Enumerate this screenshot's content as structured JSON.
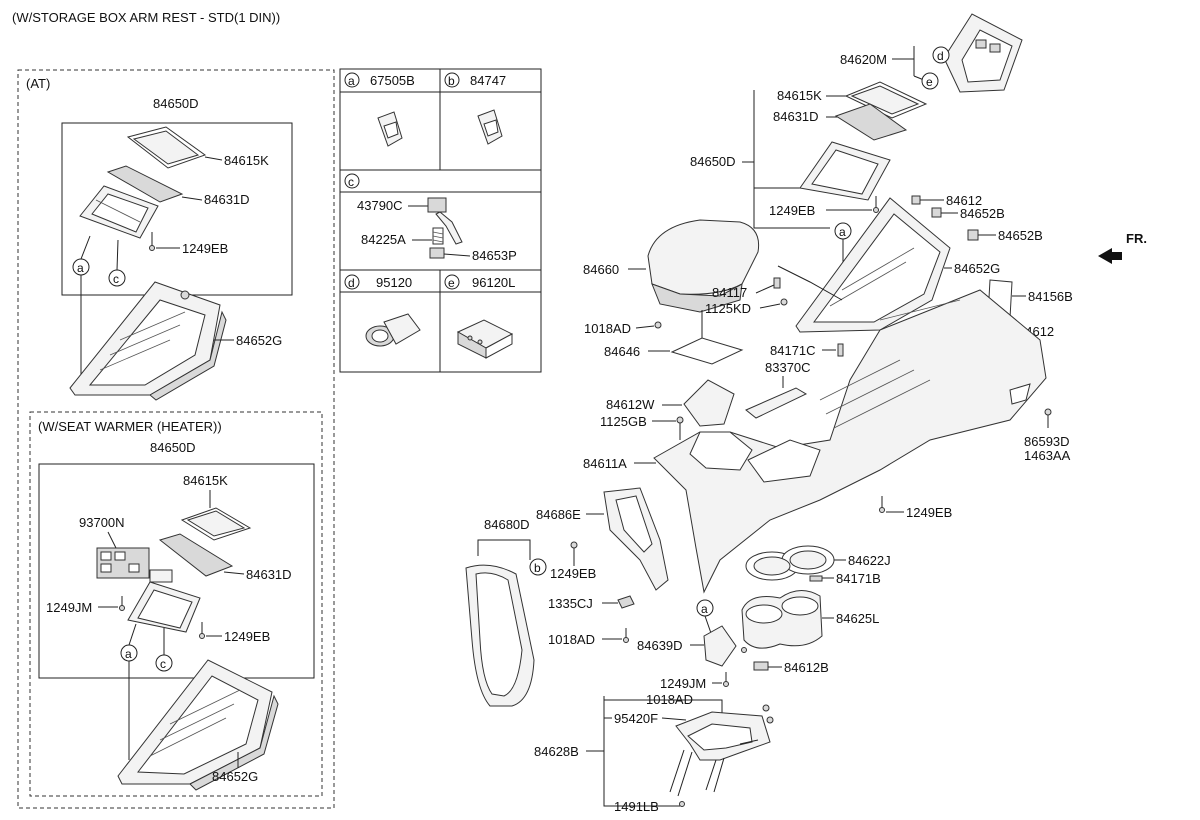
{
  "title": "(W/STORAGE BOX ARM REST - STD(1 DIN))",
  "orientation": "FR.",
  "sections": {
    "at": "(AT)",
    "seat_warmer": "(W/SEAT WARMER (HEATER))"
  },
  "legend": {
    "a": {
      "letter": "a",
      "part": "67505B"
    },
    "b": {
      "letter": "b",
      "part": "84747"
    },
    "c": {
      "letter": "c",
      "parts": [
        "43790C",
        "84225A",
        "84653P"
      ]
    },
    "d": {
      "letter": "d",
      "part": "95120"
    },
    "e": {
      "letter": "e",
      "part": "96120L"
    }
  },
  "at_labels": {
    "assy": "84650D",
    "cover": "84615K",
    "panel": "84631D",
    "screw": "1249EB",
    "console": "84652G",
    "ca": "a",
    "cc": "c"
  },
  "sw_labels": {
    "assy": "84650D",
    "cover": "84615K",
    "switch": "93700N",
    "panel": "84631D",
    "screw_jm": "1249JM",
    "screw_eb": "1249EB",
    "console": "84652G",
    "ca": "a",
    "cc": "c"
  },
  "main_labels": {
    "l84620M": "84620M",
    "l84615K": "84615K",
    "l84631D": "84631D",
    "l84650D": "84650D",
    "l1249EB_top": "1249EB",
    "l84612_a": "84612",
    "l84652B_a": "84652B",
    "l84652B_b": "84652B",
    "l84652G": "84652G",
    "l84156B": "84156B",
    "l84612_b": "84612",
    "l84660": "84660",
    "l84117": "84117",
    "l1125KD": "1125KD",
    "l1018AD_a": "1018AD",
    "l84646": "84646",
    "l84171C": "84171C",
    "l83370C": "83370C",
    "l84612W": "84612W",
    "l1125GB": "1125GB",
    "l84611A": "84611A",
    "l86593D": "86593D",
    "l1463AA": "1463AA",
    "l84686E": "84686E",
    "l84680D": "84680D",
    "l1249EB_mid": "1249EB",
    "l1249EB_left": "1249EB",
    "l84622J": "84622J",
    "l84171B": "84171B",
    "l1335CJ": "1335CJ",
    "l84625L": "84625L",
    "l1018AD_b": "1018AD",
    "l84639D": "84639D",
    "l84612B": "84612B",
    "l1249JM": "1249JM",
    "l1018AD_c": "1018AD",
    "l95420F": "95420F",
    "l84628B": "84628B",
    "l1491LB": "1491LB"
  },
  "callouts": {
    "a": "a",
    "b": "b",
    "d": "d",
    "e": "e"
  }
}
